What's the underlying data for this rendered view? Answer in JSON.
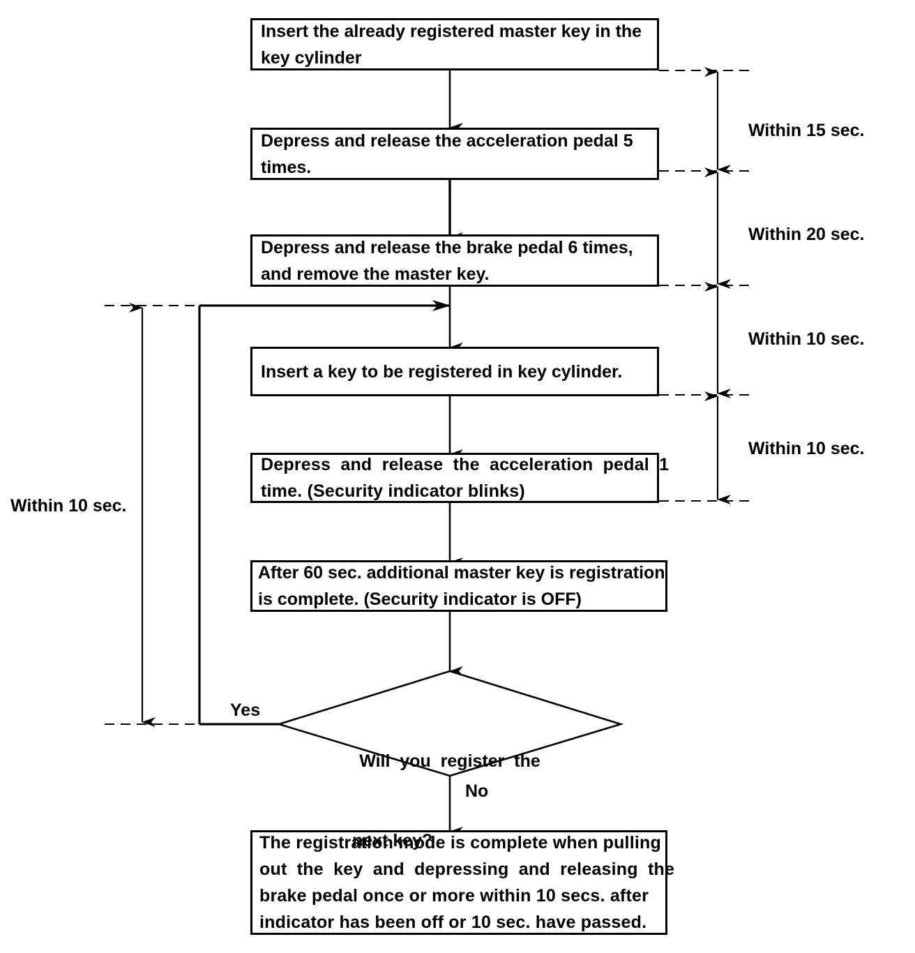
{
  "diagram": {
    "title": "Key registration procedure flowchart",
    "type": "flowchart",
    "stroke_color": "#000000",
    "background_color": "#ffffff",
    "nodes": [
      {
        "id": "n1",
        "shape": "process",
        "lines": [
          "Insert the already registered master key in the",
          "key cylinder"
        ]
      },
      {
        "id": "n2",
        "shape": "process",
        "lines": [
          "Depress and release the acceleration pedal 5",
          "times."
        ]
      },
      {
        "id": "n3",
        "shape": "process",
        "lines": [
          "Depress and release the brake pedal 6 times,",
          "and remove the master key."
        ]
      },
      {
        "id": "n4",
        "shape": "process",
        "lines": [
          "Insert a key to be registered in key cylinder."
        ]
      },
      {
        "id": "n5",
        "shape": "process",
        "lines": [
          "Depress  and  release  the  acceleration  pedal  1",
          "time. (Security indicator blinks)"
        ]
      },
      {
        "id": "n6",
        "shape": "process",
        "lines": [
          "After 60 sec. additional master key is registration",
          "is complete. (Security indicator is OFF)"
        ]
      },
      {
        "id": "n7",
        "shape": "decision",
        "lines": [
          "Will  you  register  the",
          "next key?"
        ]
      },
      {
        "id": "n8",
        "shape": "process",
        "lines": [
          "The registration mode is complete when pulling",
          "out  the  key  and  depressing  and  releasing  the",
          "brake pedal once or more within 10 secs. after",
          "indicator has been off or 10 sec. have passed."
        ]
      }
    ],
    "branch_labels": {
      "yes": "Yes",
      "no": "No"
    },
    "timings": {
      "right": [
        {
          "id": "t1",
          "label": "Within 15 sec."
        },
        {
          "id": "t2",
          "label": "Within 20 sec."
        },
        {
          "id": "t3",
          "label": "Within 10 sec."
        },
        {
          "id": "t4",
          "label": "Within 10 sec."
        }
      ],
      "left": [
        {
          "id": "t5",
          "label": "Within 10 sec."
        }
      ]
    }
  }
}
